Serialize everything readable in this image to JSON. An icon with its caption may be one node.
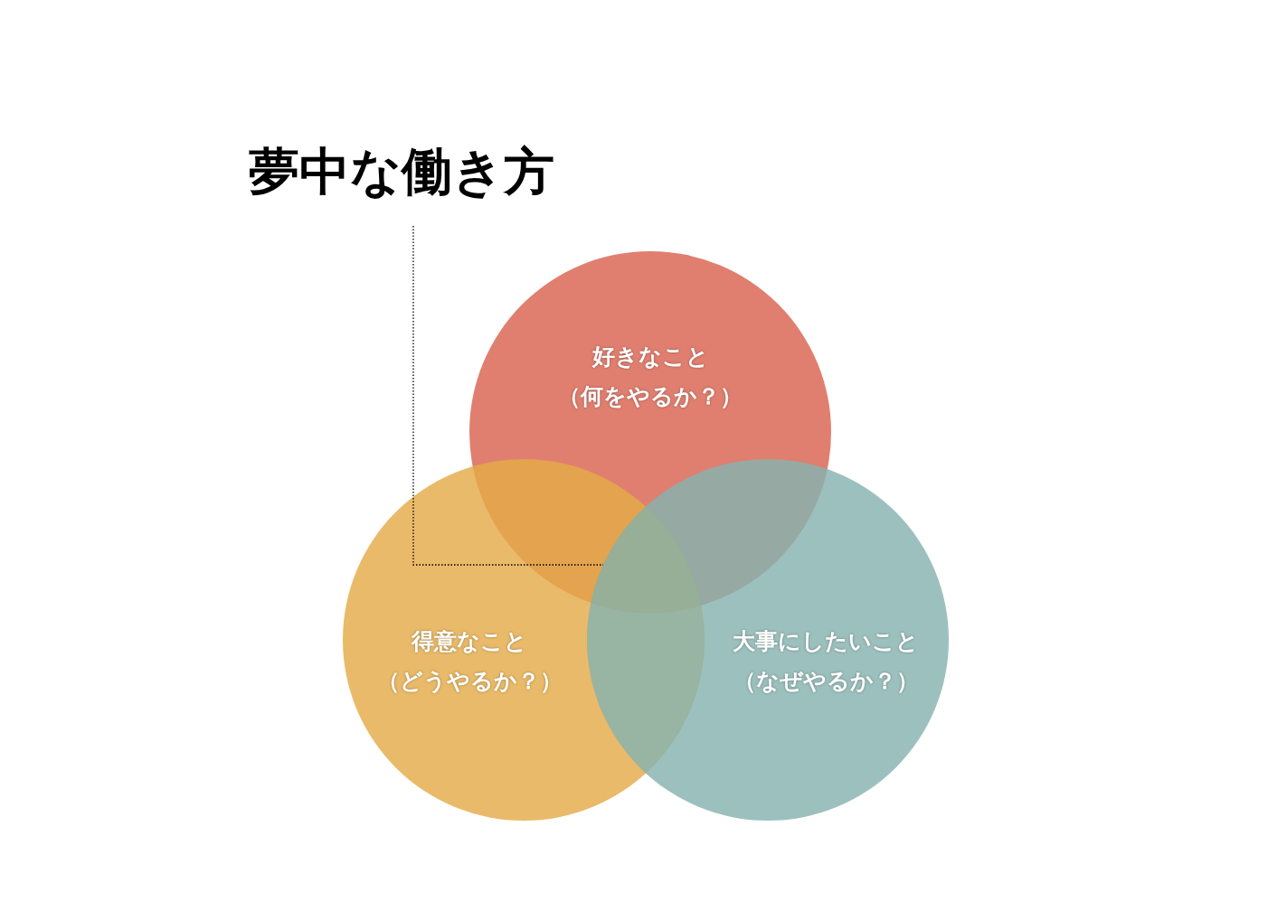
{
  "diagram": {
    "nodes": [
      {
        "text": [
          "夢中な働き方"
        ]
      },
      {
        "text": [
          "好きなこと",
          "（何をやるか？）"
        ]
      },
      {
        "text": [
          "得意なこと",
          "（どうやるか？）"
        ]
      },
      {
        "text": [
          "大事にしたいこと",
          "（なぜやるか？）"
        ]
      },
      {
        "text": [],
        "shape": "triangle"
      }
    ],
    "edges": [
      {
        "from": 0,
        "to": 4,
        "arrow": "none",
        "style": "dashed"
      }
    ]
  }
}
